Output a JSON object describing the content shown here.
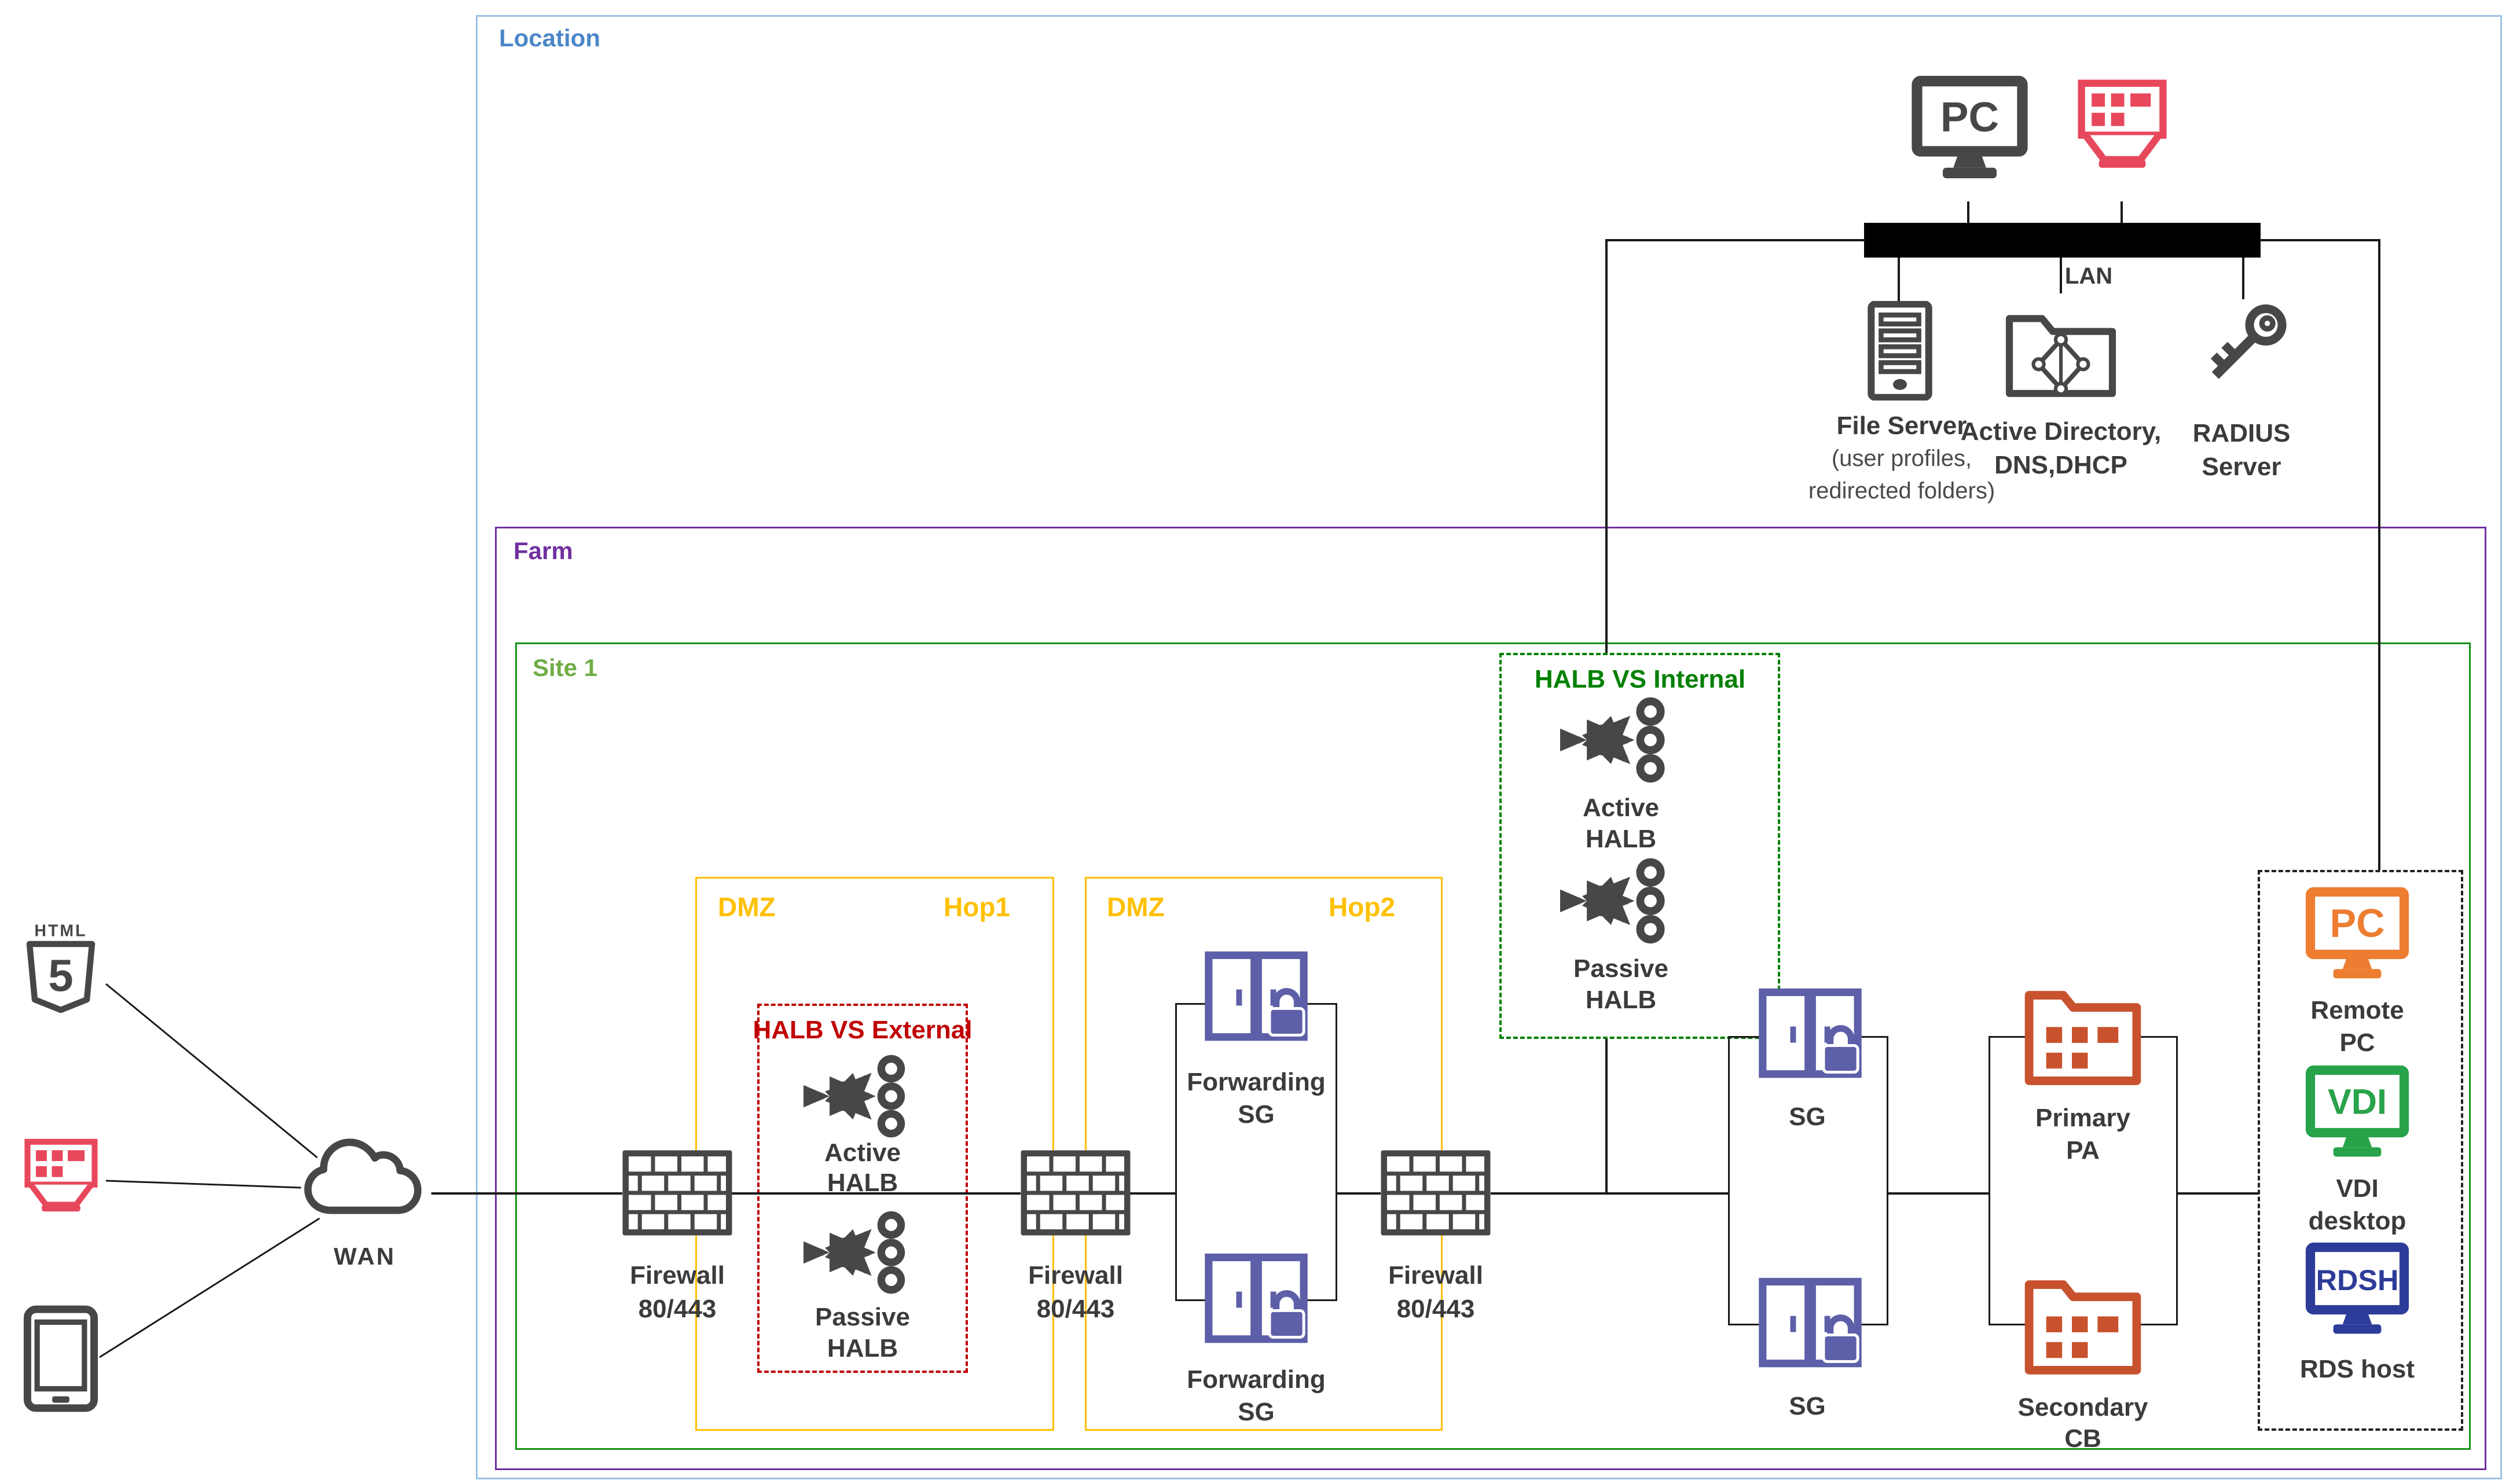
{
  "location": {
    "label": "Location"
  },
  "farm": {
    "label": "Farm"
  },
  "site": {
    "label": "Site 1"
  },
  "network": {
    "lan_label": "LAN",
    "wan_label": "WAN"
  },
  "lan_devices": {
    "pc_screen_text": "PC",
    "file_server_title": "File Server",
    "file_server_sub1": "(user profiles,",
    "file_server_sub2": "redirected folders)",
    "ad_line1": "Active Directory,",
    "ad_line2": "DNS,DHCP",
    "radius_line1": "RADIUS",
    "radius_line2": "Server"
  },
  "clients": {
    "html5_word": "HTML",
    "html5_digit": "5"
  },
  "dmz_hop1": {
    "dmz": "DMZ",
    "hop": "Hop1"
  },
  "dmz_hop2": {
    "dmz": "DMZ",
    "hop": "Hop2"
  },
  "halb_external": {
    "title": "HALB VS External",
    "active_line1": "Active",
    "active_line2": "HALB",
    "passive_line1": "Passive",
    "passive_line2": "HALB"
  },
  "halb_internal": {
    "title": "HALB VS Internal",
    "active_line1": "Active",
    "active_line2": "HALB",
    "passive_line1": "Passive",
    "passive_line2": "HALB"
  },
  "firewall": {
    "line1": "Firewall",
    "line2": "80/443"
  },
  "forwarding_sg": {
    "line1": "Forwarding",
    "line2": "SG"
  },
  "secure_gateway": {
    "label": "SG"
  },
  "publishing_agent": {
    "line1": "Primary",
    "line2": "PA"
  },
  "connection_broker": {
    "line1": "Secondary",
    "line2": "CB"
  },
  "endpoints": {
    "remote_pc_screen": "PC",
    "remote_pc_line1": "Remote",
    "remote_pc_line2": "PC",
    "vdi_screen": "VDI",
    "vdi_line1": "VDI",
    "vdi_line2": "desktop",
    "rdsh_screen": "RDSH",
    "rdsh_label": "RDS host"
  },
  "colors": {
    "location_border": "#9cc2e5",
    "location_label": "#4a86c8",
    "farm": "#7030a0",
    "site_border": "#169116",
    "site_label": "#70ad47",
    "dmz": "#ffc000",
    "halb_external": "#c00000",
    "halb_internal": "#008000",
    "client_red": "#e8485c",
    "icon_gray": "#474747",
    "sg_purple": "#5d5fa8",
    "pa_orange": "#c8522e",
    "remote_pc_orange": "#ed7d31",
    "vdi_green": "#28a34a",
    "rdsh_blue": "#2e3c99",
    "line": "#1a1a1a",
    "lan_bar": "#000000"
  }
}
